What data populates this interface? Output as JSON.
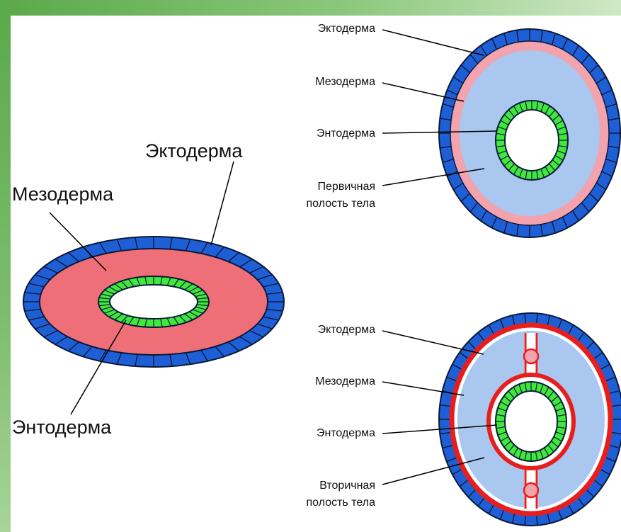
{
  "colors": {
    "ectoderm": "#1e5fd6",
    "mesoderm_fill": "#ef6f78",
    "mesoderm_pink": "#f2a3ad",
    "mesoderm_red": "#e81e1e",
    "endoderm": "#3fe83a",
    "primary_cavity": "#a9c7ef",
    "secondary_cavity": "#a9c7ef",
    "outline": "#0a1a3a",
    "frame_green": "#5aa94a"
  },
  "left_diagram": {
    "ectoderm_label": "Эктодерма",
    "mesoderm_label": "Мезодерма",
    "endoderm_label": "Энтодерма"
  },
  "top_right_diagram": {
    "ectoderm_label": "Эктодерма",
    "mesoderm_label": "Мезодерма",
    "endoderm_label": "Энтодерма",
    "cavity_label_line1": "Первичная",
    "cavity_label_line2": "полость тела"
  },
  "bottom_right_diagram": {
    "ectoderm_label": "Эктодерма",
    "mesoderm_label": "Мезодерма",
    "endoderm_label": "Энтодерма",
    "cavity_label_line1": "Вторичная",
    "cavity_label_line2": "полость тела"
  }
}
